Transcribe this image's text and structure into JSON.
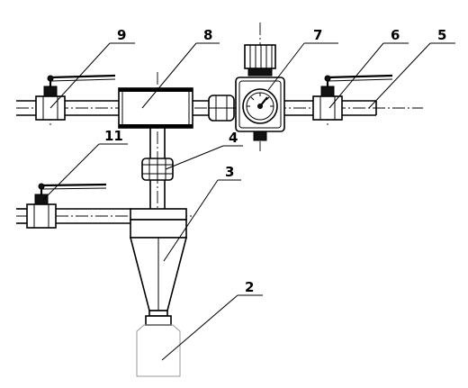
{
  "diagram": {
    "callouts": [
      {
        "id": "2",
        "label": "2"
      },
      {
        "id": "3",
        "label": "3"
      },
      {
        "id": "4",
        "label": "4"
      },
      {
        "id": "5",
        "label": "5"
      },
      {
        "id": "6",
        "label": "6"
      },
      {
        "id": "7",
        "label": "7"
      },
      {
        "id": "8",
        "label": "8"
      },
      {
        "id": "9",
        "label": "9"
      },
      {
        "id": "11",
        "label": "11"
      }
    ]
  }
}
